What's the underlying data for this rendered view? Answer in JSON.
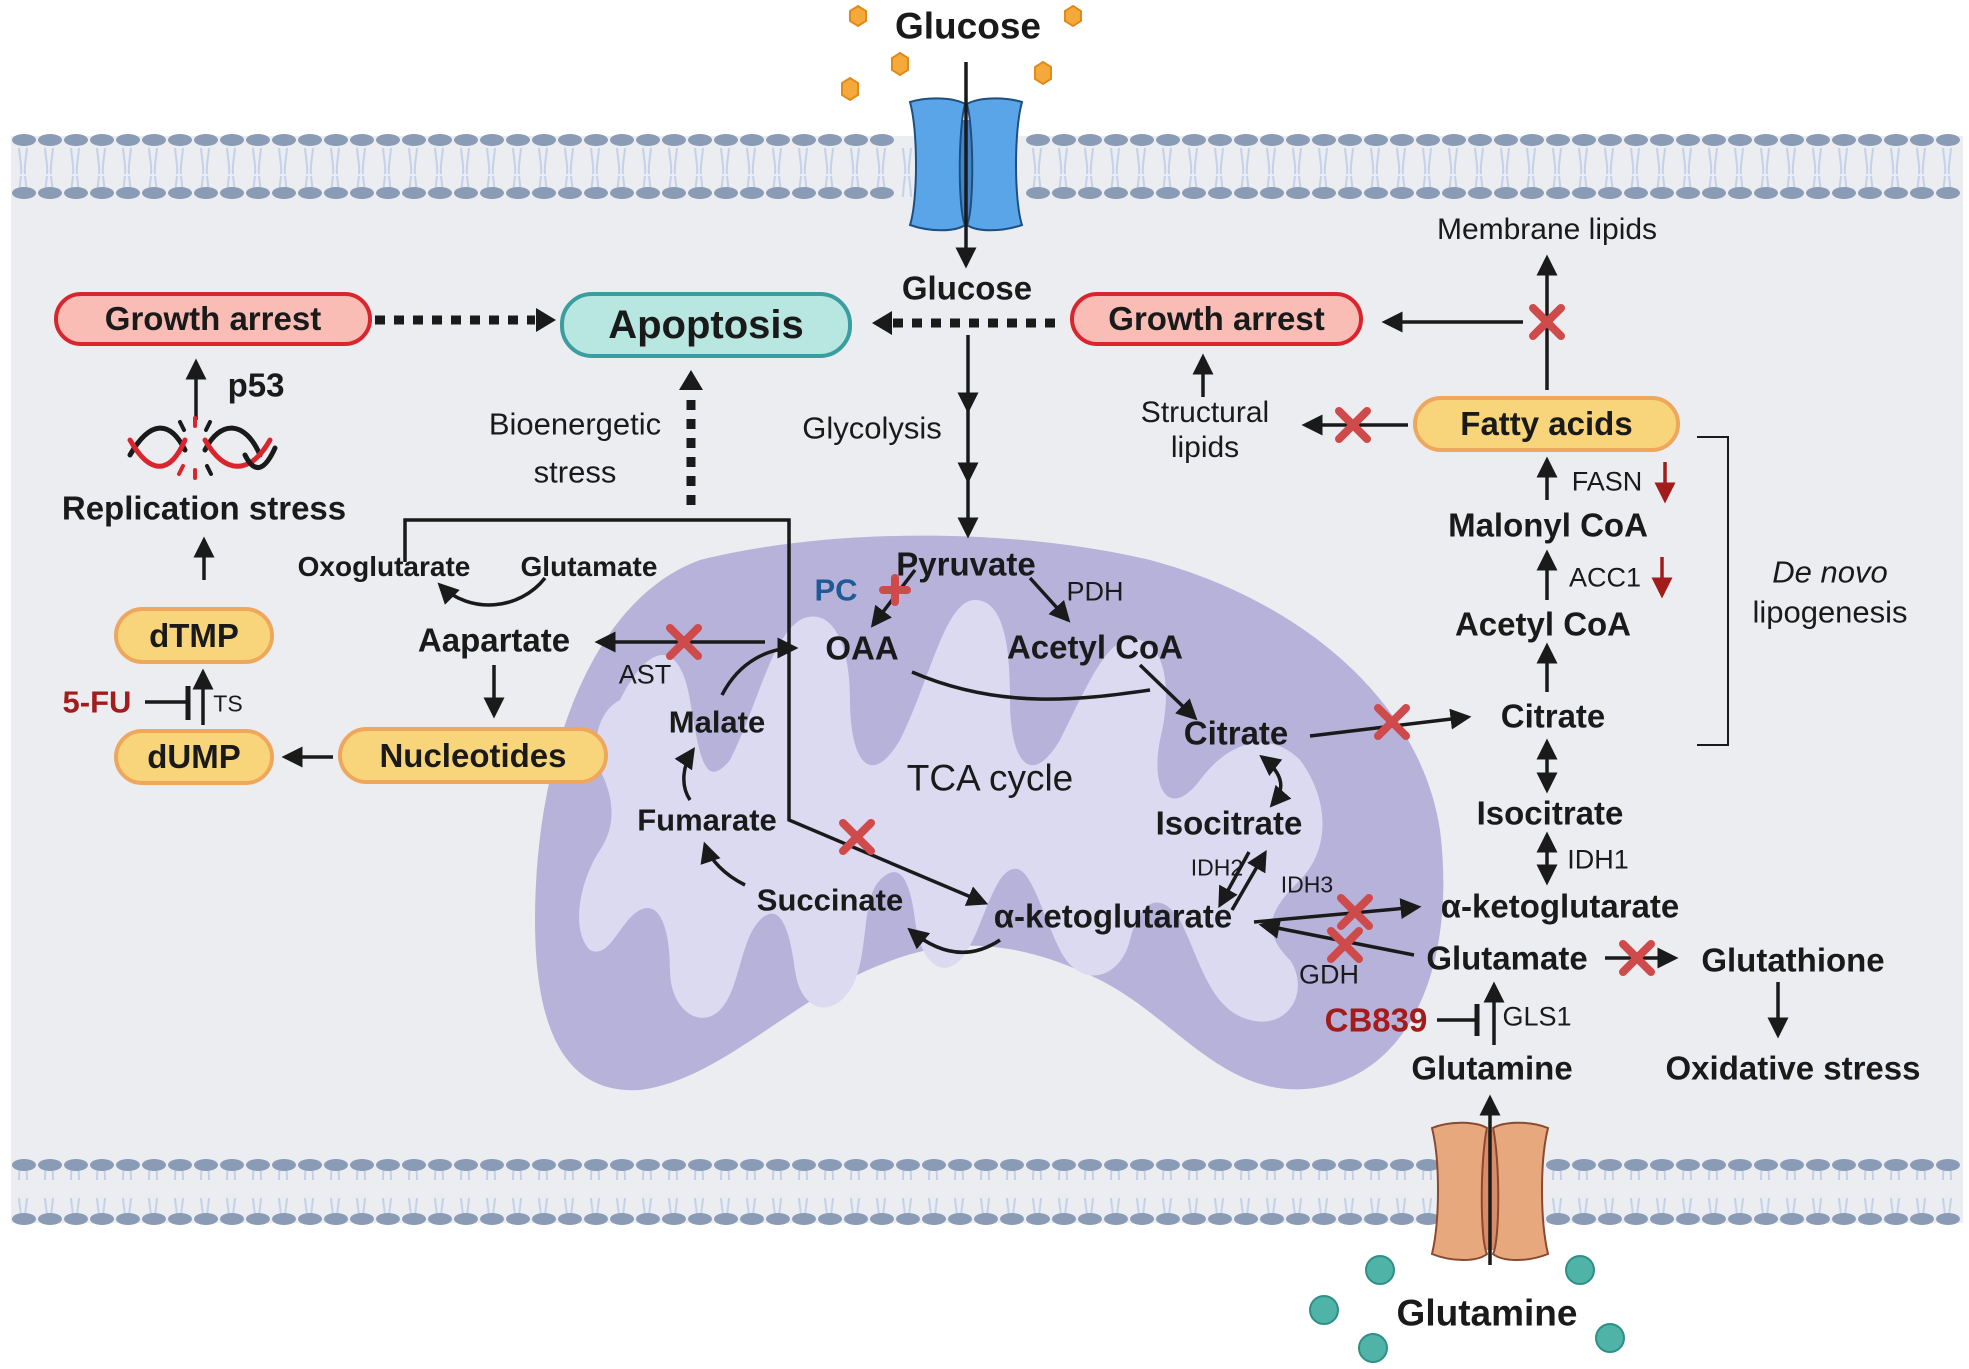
{
  "title": "Metabolic pathways: glucose and glutamine metabolism targets",
  "colors": {
    "background": "#ffffff",
    "cytoplasm": "#ebedf0",
    "membrane_head": "#8a9bb5",
    "membrane_tail": "#c3d1ea",
    "mitochondrion_outer": "#b7b2da",
    "mitochondrion_inner": "#dcdaf0",
    "glucose_transporter": "#5aa5e8",
    "glutamine_transporter": "#e8a87e",
    "glucose_molecule": "#f4a93a",
    "glutamine_molecule": "#4fb3a7",
    "inhibition_cross": "#cf4a4a",
    "drug_text": "#a21c1c",
    "pc_text": "#1f5a96",
    "down_arrow": "#a21c1c"
  },
  "extracellular": {
    "glucose_label": "Glucose",
    "glutamine_label": "Glutamine"
  },
  "outcomes": {
    "apoptosis": "Apoptosis",
    "growth_arrest_left": "Growth arrest",
    "growth_arrest_right": "Growth arrest",
    "bioenergetic_stress_1": "Bioenergetic",
    "bioenergetic_stress_2": "stress",
    "replication_stress": "Replication stress",
    "oxidative_stress": "Oxidative stress",
    "p53": "p53"
  },
  "nucleotide_branch": {
    "dTMP": "dTMP",
    "dUMP": "dUMP",
    "nucleotides": "Nucleotides",
    "drug_5fu": "5-FU",
    "enzyme_ts": "TS",
    "aspartate": "Aapartate",
    "oxoglutarate": "Oxoglutarate",
    "glutamate": "Glutamate",
    "enzyme_ast": "AST"
  },
  "glycolysis": {
    "glucose_inner": "Glucose",
    "glycolysis_label": "Glycolysis",
    "pyruvate": "Pyruvate",
    "pc": "PC",
    "pdh": "PDH"
  },
  "tca_cycle": {
    "label": "TCA cycle",
    "oaa": "OAA",
    "acetyl_coa": "Acetyl CoA",
    "citrate": "Citrate",
    "isocitrate": "Isocitrate",
    "idh2": "IDH2",
    "idh3": "IDH3",
    "alpha_kg": "α-ketoglutarate",
    "succinate": "Succinate",
    "fumarate": "Fumarate",
    "malate": "Malate",
    "gdh": "GDH"
  },
  "lipogenesis": {
    "membrane_lipids": "Membrane lipids",
    "structural_lipids_1": "Structural",
    "structural_lipids_2": "lipids",
    "fatty_acids": "Fatty acids",
    "fasn": "FASN",
    "malonyl_coa": "Malonyl CoA",
    "acc1": "ACC1",
    "acetyl_coa": "Acetyl CoA",
    "citrate": "Citrate",
    "isocitrate": "Isocitrate",
    "idh1": "IDH1",
    "de_novo": "De novo",
    "lipogenesis": "lipogenesis"
  },
  "glutaminolysis": {
    "alpha_kg": "α-ketoglutarate",
    "glutamate": "Glutamate",
    "glutathione": "Glutathione",
    "gls1": "GLS1",
    "cb839": "CB839",
    "glutamine": "Glutamine"
  }
}
